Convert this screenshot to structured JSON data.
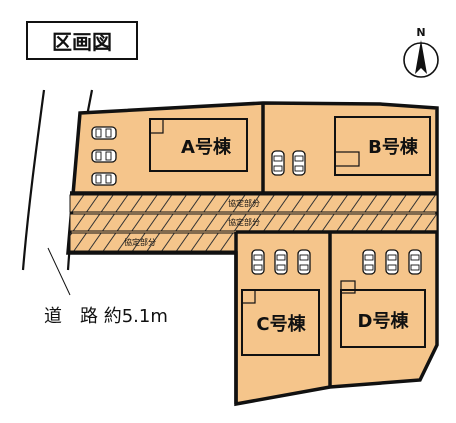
{
  "title": "区画図",
  "north_label": "N",
  "road_label": "道　路 約5.1m",
  "shared_label": "協定部分",
  "lots": [
    {
      "key": "a",
      "label": "A号棟"
    },
    {
      "key": "b",
      "label": "B号棟"
    },
    {
      "key": "c",
      "label": "C号棟"
    },
    {
      "key": "d",
      "label": "D号棟"
    }
  ],
  "colors": {
    "lot_fill": "#f5c58b",
    "line": "#111111",
    "hatch": "#333333"
  }
}
